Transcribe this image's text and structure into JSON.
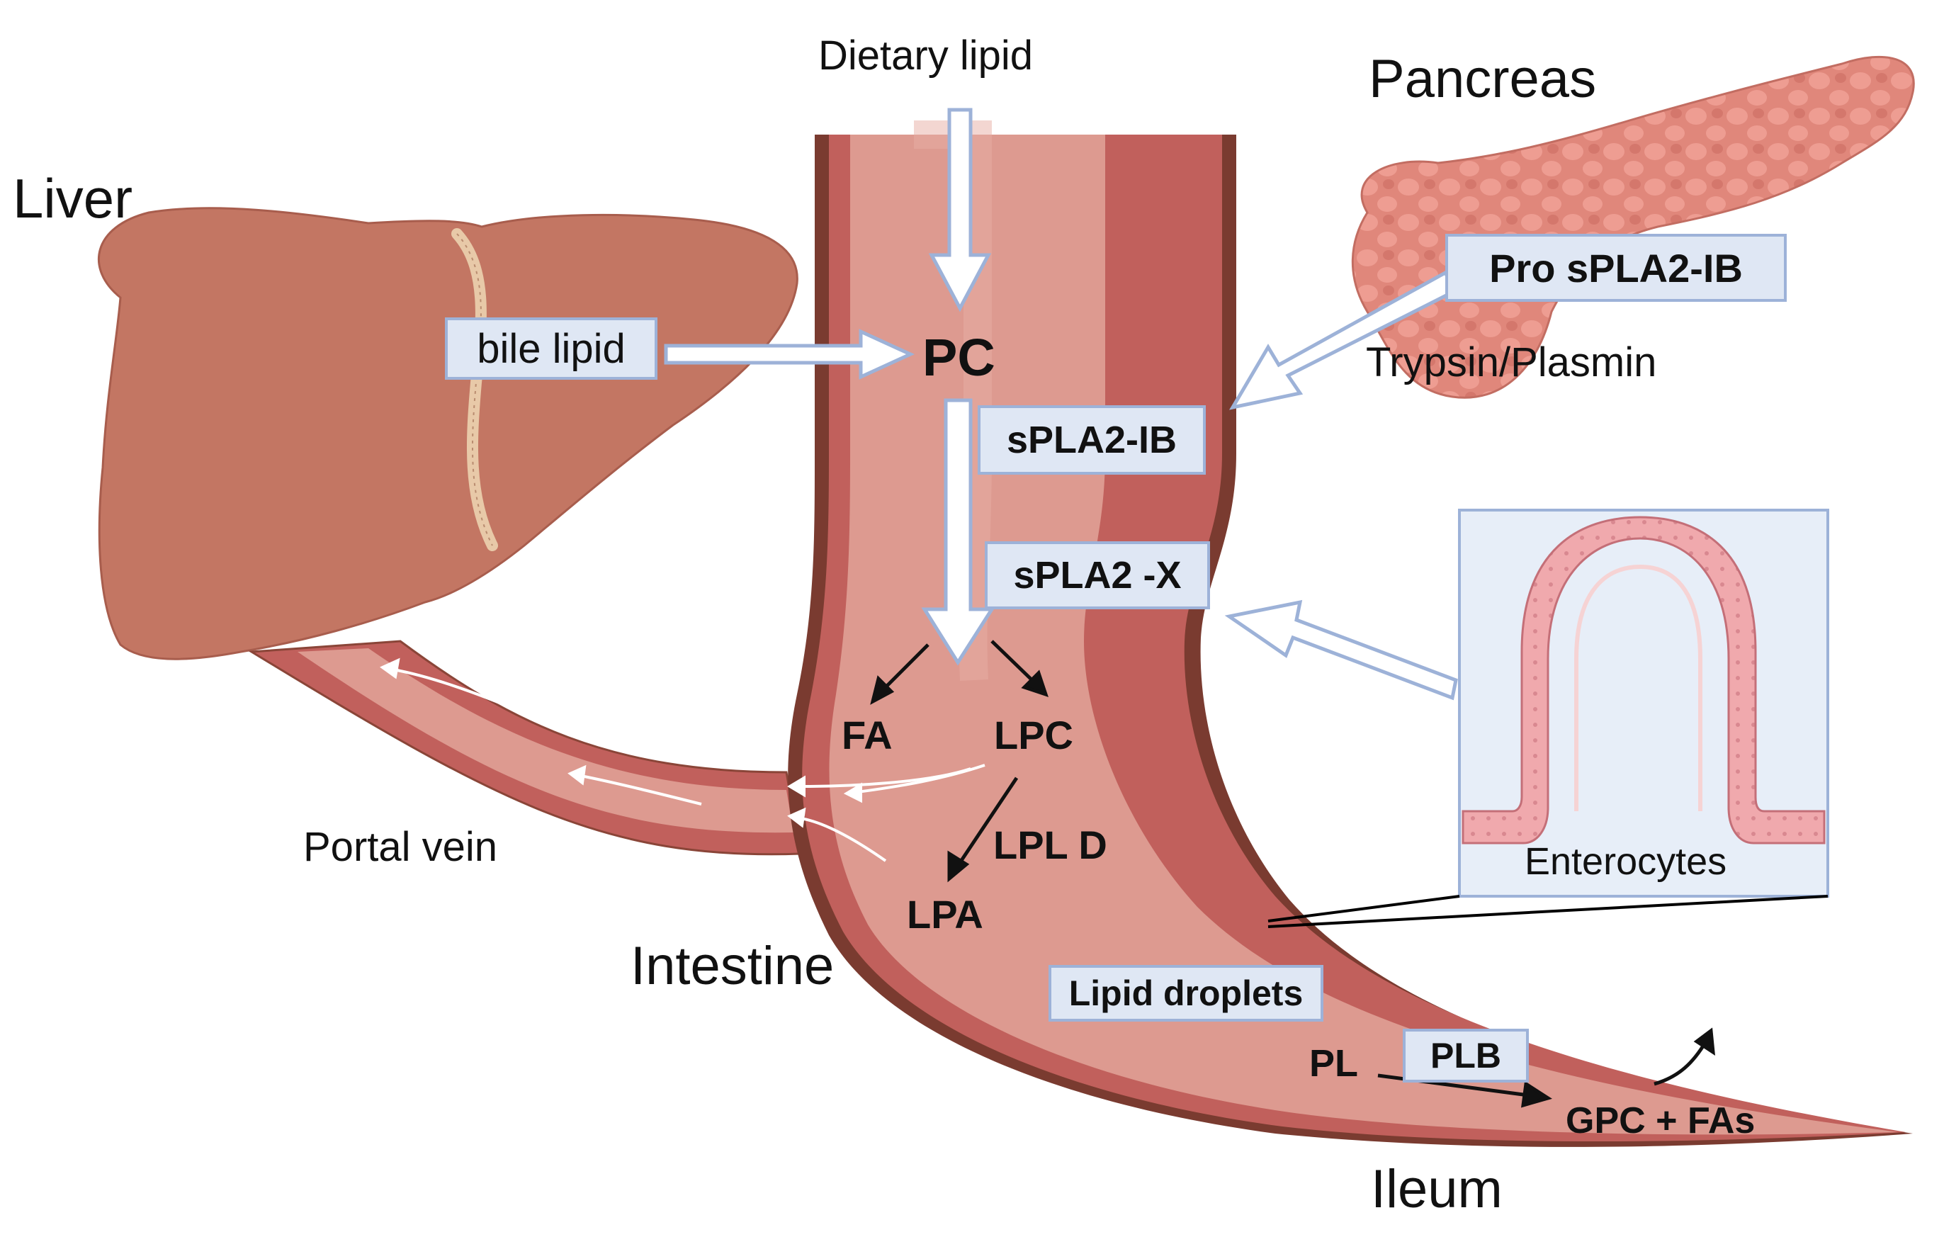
{
  "organs": {
    "liver": "Liver",
    "pancreas": "Pancreas",
    "intestine": "Intestine",
    "ileum": "Ileum",
    "portal_vein": "Portal vein",
    "enterocytes": "Enterocytes"
  },
  "inputs": {
    "dietary_lipid": "Dietary lipid",
    "bile_lipid": "bile lipid",
    "pc": "PC"
  },
  "enzymes": {
    "pro_spla2_ib": "Pro sPLA2-IB",
    "trypsin_plasmin": "Trypsin/Plasmin",
    "spla2_ib": "sPLA2-IB",
    "spla2_x": "sPLA2 -X",
    "lpl_d": "LPL D",
    "lipid_droplets": "Lipid droplets",
    "plb": "PLB"
  },
  "products": {
    "fa": "FA",
    "lpc": "LPC",
    "lpa": "LPA",
    "pl": "PL",
    "gpc_fas": "GPC + FAs"
  },
  "colors": {
    "liver_fill": "#c37663",
    "liver_ligament": "#e8c9a8",
    "intestine_outer": "#7a3b30",
    "intestine_wall": "#c1605c",
    "intestine_lumen": "#dd9a90",
    "pancreas_fill": "#e0877b",
    "box_fill": "#dfe7f4",
    "box_border": "#9db2d8",
    "enterocyte_panel": "#e7eef8",
    "villus_fill": "#f0a9ad"
  }
}
